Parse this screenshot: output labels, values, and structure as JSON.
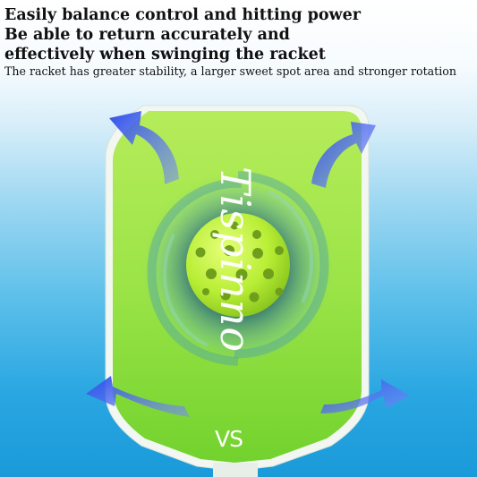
{
  "headline": {
    "line1": "Easily balance control and hitting power",
    "line2": "Be able to return accurately and",
    "line3": "effectively when swinging the racket"
  },
  "subheadline": "The racket has greater stability, a larger sweet spot area and stronger rotation",
  "paddle": {
    "brand": "Tispinno",
    "logo": "VS",
    "color": "#8ede3c",
    "ball_color": "#b7f23a",
    "swirl_color": "#3f6e7e"
  },
  "arrows": {
    "color": "#3e5ff0",
    "icons": [
      "arrow-up-left-icon",
      "arrow-up-right-icon",
      "arrow-down-left-icon",
      "arrow-down-right-icon"
    ]
  }
}
